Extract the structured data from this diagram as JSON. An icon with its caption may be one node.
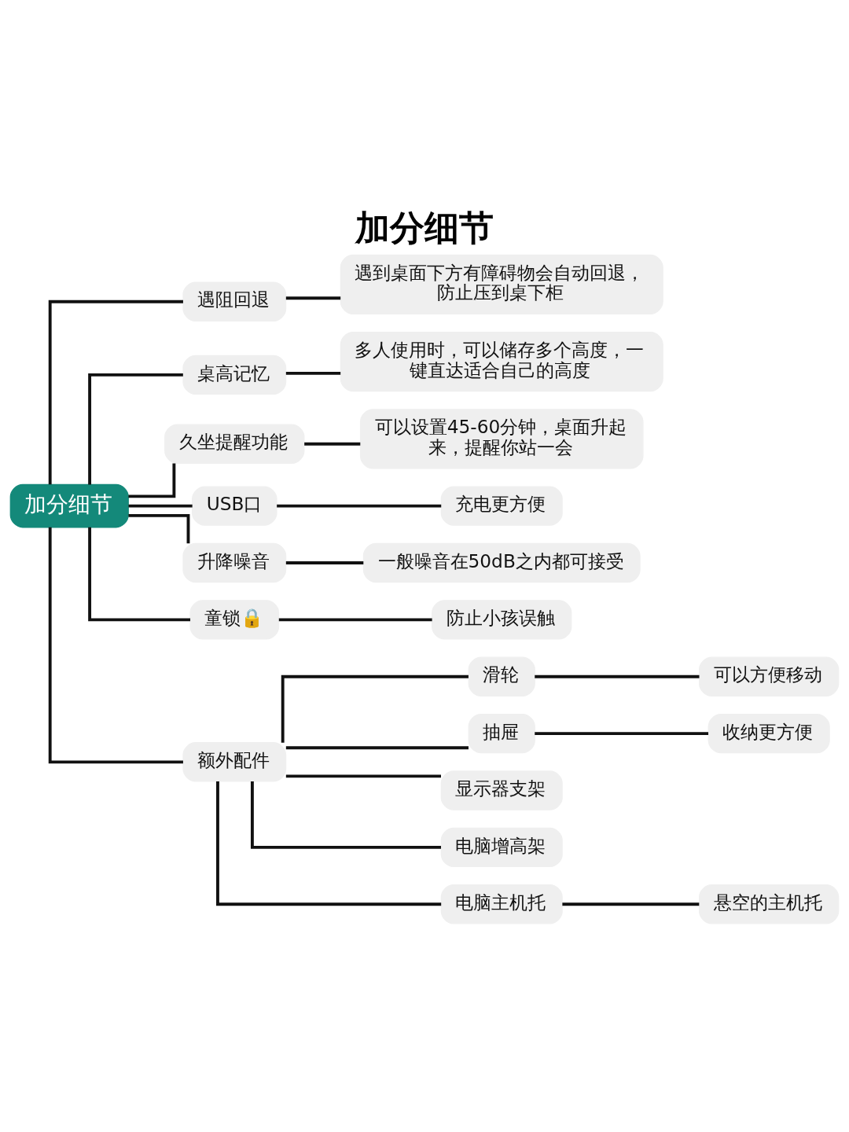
{
  "diagram": {
    "title": "加分细节",
    "nodes": [
      {
        "text": [
          "加分细节"
        ]
      },
      {
        "text": [
          "遇阻回退"
        ]
      },
      {
        "text": [
          "遇到桌面下方有障碍物会自动回退，防止压到桌下柜"
        ]
      },
      {
        "text": [
          "桌高记忆"
        ]
      },
      {
        "text": [
          "多人使用时，可以储存多个高度，一键直达适合自己的高度"
        ]
      },
      {
        "text": [
          "久坐提醒功能"
        ]
      },
      {
        "text": [
          "可以设置45-60分钟，桌面升起来，提醒你站一会"
        ]
      },
      {
        "text": [
          "USB口"
        ]
      },
      {
        "text": [
          "充电更方便"
        ]
      },
      {
        "text": [
          "升降噪音"
        ]
      },
      {
        "text": [
          "一般噪音在50dB之内都可接受"
        ]
      },
      {
        "text": [
          "童锁🔒"
        ]
      },
      {
        "text": [
          "防止小孩误触"
        ]
      },
      {
        "text": [
          "额外配件"
        ]
      },
      {
        "text": [
          "滑轮"
        ]
      },
      {
        "text": [
          "可以方便移动"
        ]
      },
      {
        "text": [
          "抽屉"
        ]
      },
      {
        "text": [
          "收纳更方便"
        ]
      },
      {
        "text": [
          "显示器支架"
        ]
      },
      {
        "text": [
          "电脑增高架"
        ]
      },
      {
        "text": [
          "电脑主机托"
        ]
      },
      {
        "text": [
          "悬空的主机托"
        ]
      }
    ],
    "edges": [
      {
        "from": 0,
        "to": 1,
        "arrow": "none"
      },
      {
        "from": 1,
        "to": 2,
        "arrow": "none"
      },
      {
        "from": 0,
        "to": 3,
        "arrow": "none"
      },
      {
        "from": 3,
        "to": 4,
        "arrow": "none"
      },
      {
        "from": 0,
        "to": 5,
        "arrow": "none"
      },
      {
        "from": 5,
        "to": 6,
        "arrow": "none"
      },
      {
        "from": 0,
        "to": 7,
        "arrow": "none"
      },
      {
        "from": 7,
        "to": 8,
        "arrow": "none"
      },
      {
        "from": 0,
        "to": 9,
        "arrow": "none"
      },
      {
        "from": 9,
        "to": 10,
        "arrow": "none"
      },
      {
        "from": 0,
        "to": 11,
        "arrow": "none"
      },
      {
        "from": 11,
        "to": 12,
        "arrow": "none"
      },
      {
        "from": 0,
        "to": 13,
        "arrow": "none"
      },
      {
        "from": 13,
        "to": 14,
        "arrow": "none"
      },
      {
        "from": 14,
        "to": 15,
        "arrow": "none"
      },
      {
        "from": 13,
        "to": 16,
        "arrow": "none"
      },
      {
        "from": 16,
        "to": 17,
        "arrow": "none"
      },
      {
        "from": 13,
        "to": 18,
        "arrow": "none"
      },
      {
        "from": 13,
        "to": 19,
        "arrow": "none"
      },
      {
        "from": 13,
        "to": 20,
        "arrow": "none"
      },
      {
        "from": 20,
        "to": 21,
        "arrow": "none"
      }
    ]
  }
}
